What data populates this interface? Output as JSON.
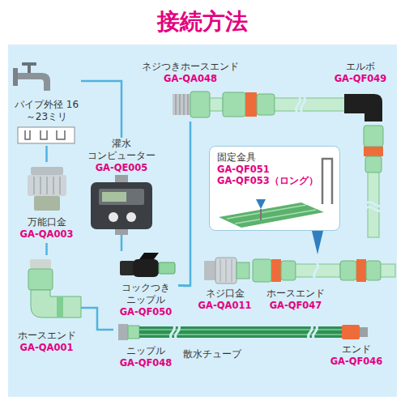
{
  "diagram": {
    "title": "接続方法",
    "nodes": [
      {
        "text": [
          "パイプ外径 16～23ミリ"
        ]
      },
      {
        "text": [
          "万能口金",
          "GA-QA003"
        ]
      },
      {
        "text": [
          "灌水 コンピューター",
          "GA-QE005"
        ]
      },
      {
        "text": [
          "ホースエンド",
          "GA-QA001"
        ]
      },
      {
        "text": [
          "コックつき ニップル",
          "GA-QF050"
        ]
      },
      {
        "text": [
          "ネジつきホースエンド",
          "GA-QA048"
        ]
      },
      {
        "text": [
          "エルボ",
          "GA-QF049"
        ]
      },
      {
        "text": [
          "固定金具",
          "GA-QF051",
          "GA-QF053（ロング）"
        ]
      },
      {
        "text": [
          "ネジ口金",
          "GA-QA011"
        ]
      },
      {
        "text": [
          "ホースエンド",
          "GA-QF047"
        ]
      },
      {
        "text": [
          "ニップル",
          "GA-QF048"
        ]
      },
      {
        "text": [
          "エンド",
          "GA-QF046"
        ]
      }
    ],
    "edges": [
      {
        "from": 0,
        "to": 1,
        "arrow": "none"
      },
      {
        "from": 0,
        "to": 2,
        "arrow": "none"
      },
      {
        "from": 1,
        "to": 3,
        "arrow": "none"
      },
      {
        "from": 2,
        "to": 4,
        "arrow": "none"
      },
      {
        "from": 4,
        "to": 5,
        "arrow": "none"
      },
      {
        "from": 4,
        "to": 8,
        "arrow": "none"
      },
      {
        "from": 3,
        "to": 10,
        "arrow": "none"
      }
    ],
    "labels": [
      "散水チューブ"
    ]
  }
}
